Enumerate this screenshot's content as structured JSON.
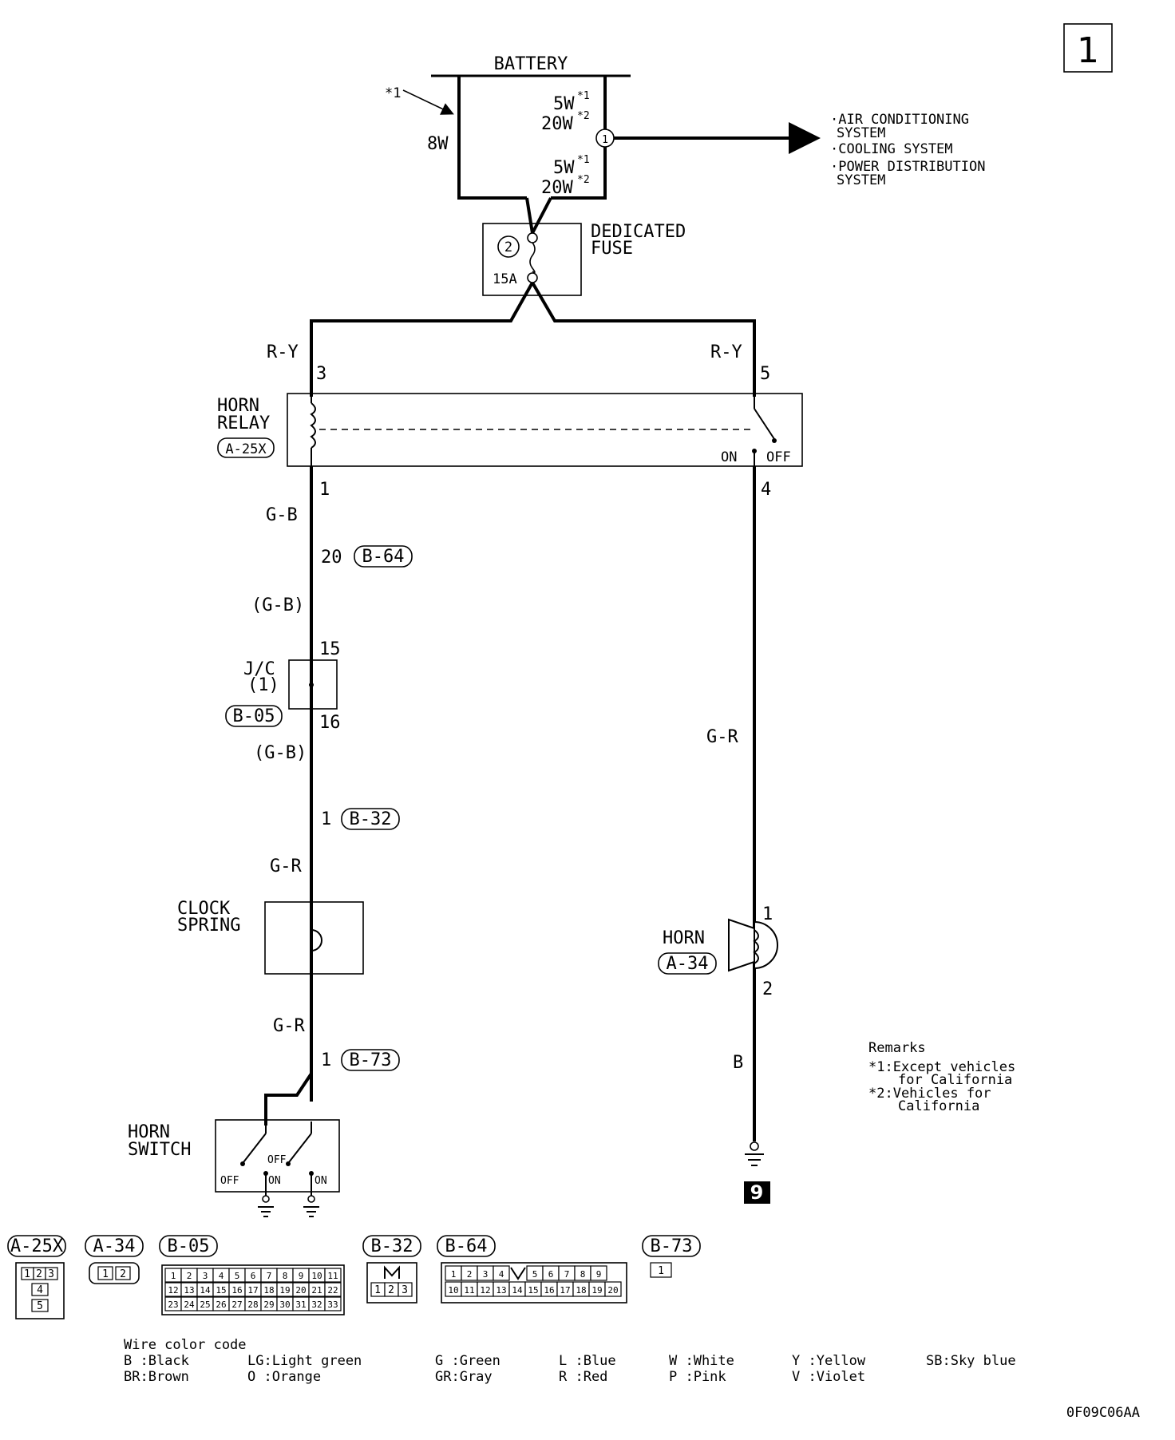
{
  "page_number": "1",
  "battery": {
    "title": "BATTERY",
    "note_ref": "*1",
    "fusible_link_8w": "8W",
    "upper_rating_a": "5W",
    "upper_rating_a_sup": "*1",
    "upper_rating_b": "20W",
    "upper_rating_b_sup": "*2",
    "lower_rating_a": "5W",
    "lower_rating_a_sup": "*1",
    "lower_rating_b": "20W",
    "lower_rating_b_sup": "*2",
    "fusible_link_number": "1",
    "destinations": [
      "·AIR CONDITIONING",
      "SYSTEM",
      "·COOLING SYSTEM",
      "·POWER DISTRIBUTION",
      "SYSTEM"
    ]
  },
  "fuse": {
    "label_line1": "DEDICATED",
    "label_line2": "FUSE",
    "number": "2",
    "rating": "15A"
  },
  "relay": {
    "label_line1": "HORN",
    "label_line2": "RELAY",
    "connector": "A-25X",
    "pin_coil_in": "3",
    "pin_switch_in": "5",
    "pin_coil_out": "1",
    "pin_switch_out": "4",
    "state_on": "ON",
    "state_off": "OFF"
  },
  "left_branch": {
    "wire_top": "R-Y",
    "wire_after_relay": "G-B",
    "connector1_pin": "20",
    "connector1": "B-64",
    "wire_mid": "(G-B)",
    "jc_pin_in": "15",
    "jc_label_line1": "J/C",
    "jc_label_line2": "(1)",
    "jc_connector": "B-05",
    "jc_pin_out": "16",
    "wire_after_jc": "(G-B)",
    "connector2_pin": "1",
    "connector2": "B-32",
    "wire_before_clock": "G-R",
    "clock_label_line1": "CLOCK",
    "clock_label_line2": "SPRING",
    "wire_after_clock": "G-R",
    "connector3_pin": "1",
    "connector3": "B-73",
    "switch_label_line1": "HORN",
    "switch_label_line2": "SWITCH",
    "switch_off": "OFF",
    "switch_on": "ON"
  },
  "right_branch": {
    "wire_top": "R-Y",
    "wire_mid": "G-R",
    "horn_label": "HORN",
    "horn_connector": "A-34",
    "horn_pin_in": "1",
    "horn_pin_out": "2",
    "wire_ground": "B",
    "ground_ref": "9"
  },
  "remarks": {
    "title": "Remarks",
    "line1": "*1:Except vehicles",
    "line2": "for California",
    "line3": "*2:Vehicles for",
    "line4": "California"
  },
  "connectors": {
    "a25x": {
      "name": "A-25X",
      "pins_top": [
        "1",
        "2",
        "3"
      ],
      "pin_mid": "4",
      "pin_bot": "5"
    },
    "a34": {
      "name": "A-34",
      "pins": [
        "1",
        "2"
      ]
    },
    "b05": {
      "name": "B-05",
      "row1": [
        "1",
        "2",
        "3",
        "4",
        "5",
        "6",
        "7",
        "8",
        "9",
        "10",
        "11"
      ],
      "row2": [
        "12",
        "13",
        "14",
        "15",
        "16",
        "17",
        "18",
        "19",
        "20",
        "21",
        "22"
      ],
      "row3": [
        "23",
        "24",
        "25",
        "26",
        "27",
        "28",
        "29",
        "30",
        "31",
        "32",
        "33"
      ]
    },
    "b32": {
      "name": "B-32",
      "pins": [
        "1",
        "2",
        "3"
      ]
    },
    "b64": {
      "name": "B-64",
      "row1": [
        "1",
        "2",
        "3",
        "4",
        "5",
        "6",
        "7",
        "8",
        "9"
      ],
      "row2": [
        "10",
        "11",
        "12",
        "13",
        "14",
        "15",
        "16",
        "17",
        "18",
        "19",
        "20"
      ]
    },
    "b73": {
      "name": "B-73",
      "pins": [
        "1"
      ]
    }
  },
  "color_code": {
    "title": "Wire color code",
    "row1": [
      "B :Black",
      "LG:Light green",
      "G :Green",
      "L :Blue",
      "W :White",
      "Y :Yellow",
      "SB:Sky blue"
    ],
    "row2": [
      "BR:Brown",
      "O :Orange",
      "GR:Gray",
      "R :Red",
      "P :Pink",
      "V :Violet"
    ]
  },
  "figure_code": "0F09C06AA"
}
